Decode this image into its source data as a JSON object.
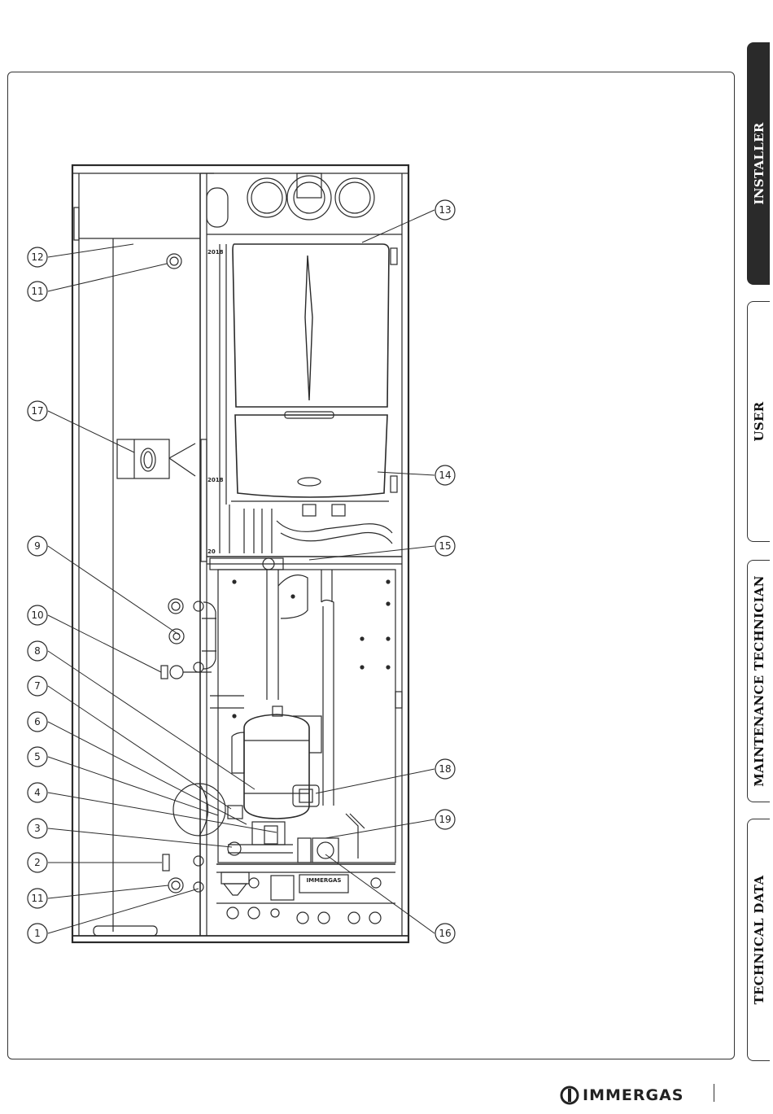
{
  "tabs": [
    {
      "label": "INSTALLER",
      "active": true
    },
    {
      "label": "USER",
      "active": false
    },
    {
      "label": "MAINTENANCE TECHNICIAN",
      "active": false
    },
    {
      "label": "TECHNICAL DATA",
      "active": false
    }
  ],
  "brand": {
    "name": "IMMERGAS",
    "color": "#222222"
  },
  "callouts": {
    "c1": "1",
    "c2": "2",
    "c3": "3",
    "c4": "4",
    "c5": "5",
    "c6": "6",
    "c7": "7",
    "c8": "8",
    "c9": "9",
    "c10": "10",
    "c11a": "11",
    "c11b": "11",
    "c12": "12",
    "c13": "13",
    "c14": "14",
    "c15": "15",
    "c16": "16",
    "c17": "17",
    "c18": "18",
    "c19": "19"
  },
  "drawing_labels": {
    "year_top": "2018",
    "year_mid": "2018",
    "year_low": "20",
    "boiler_badge": "IMMERGAS"
  }
}
